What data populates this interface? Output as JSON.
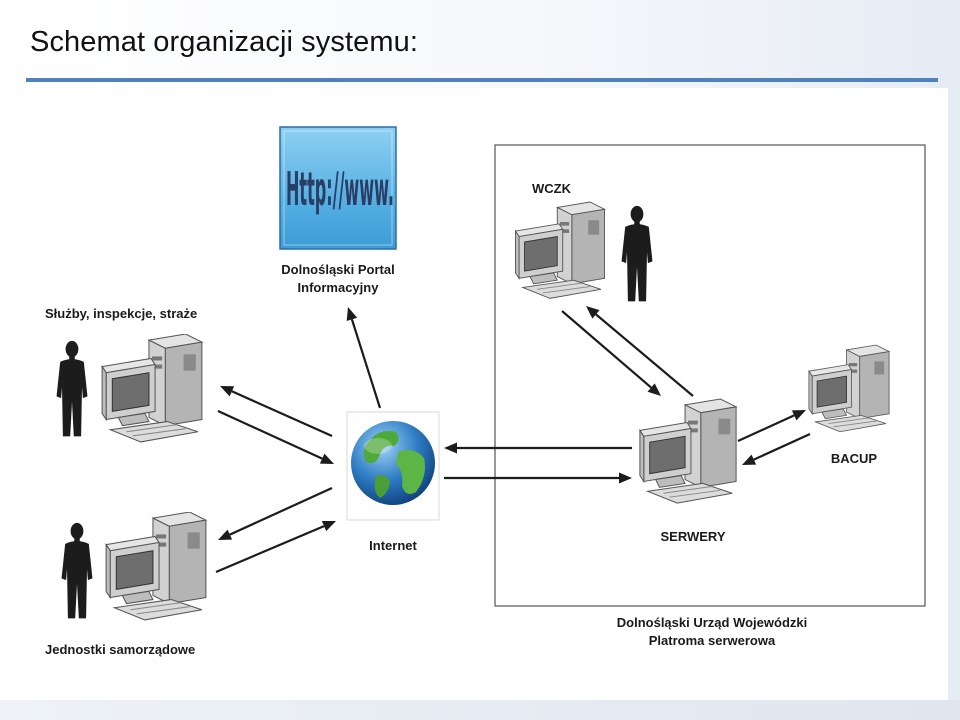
{
  "slide": {
    "title": "Schemat organizacji systemu:"
  },
  "diagram": {
    "portal": {
      "screen_text": "Http://www.",
      "label_line1": "Dolnośląski Portal",
      "label_line2": "Informacyjny"
    },
    "services": {
      "label": "Służby, inspekcje, straże"
    },
    "municipalities": {
      "label": "Jednostki samorządowe"
    },
    "internet": {
      "label": "Internet"
    },
    "wczk": {
      "label": "WCZK"
    },
    "servers": {
      "label": "SERWERY"
    },
    "backup": {
      "label": "BACUP"
    },
    "office": {
      "label_line1": "Dolnośląski Urząd Wojewódzki",
      "label_line2": "Platroma serwerowa"
    }
  },
  "colors": {
    "accent": "#4f81bd",
    "portal_blue": "#5bb4e6",
    "computer_gray": "#c9c9c9",
    "person": "#1c1c1c"
  }
}
